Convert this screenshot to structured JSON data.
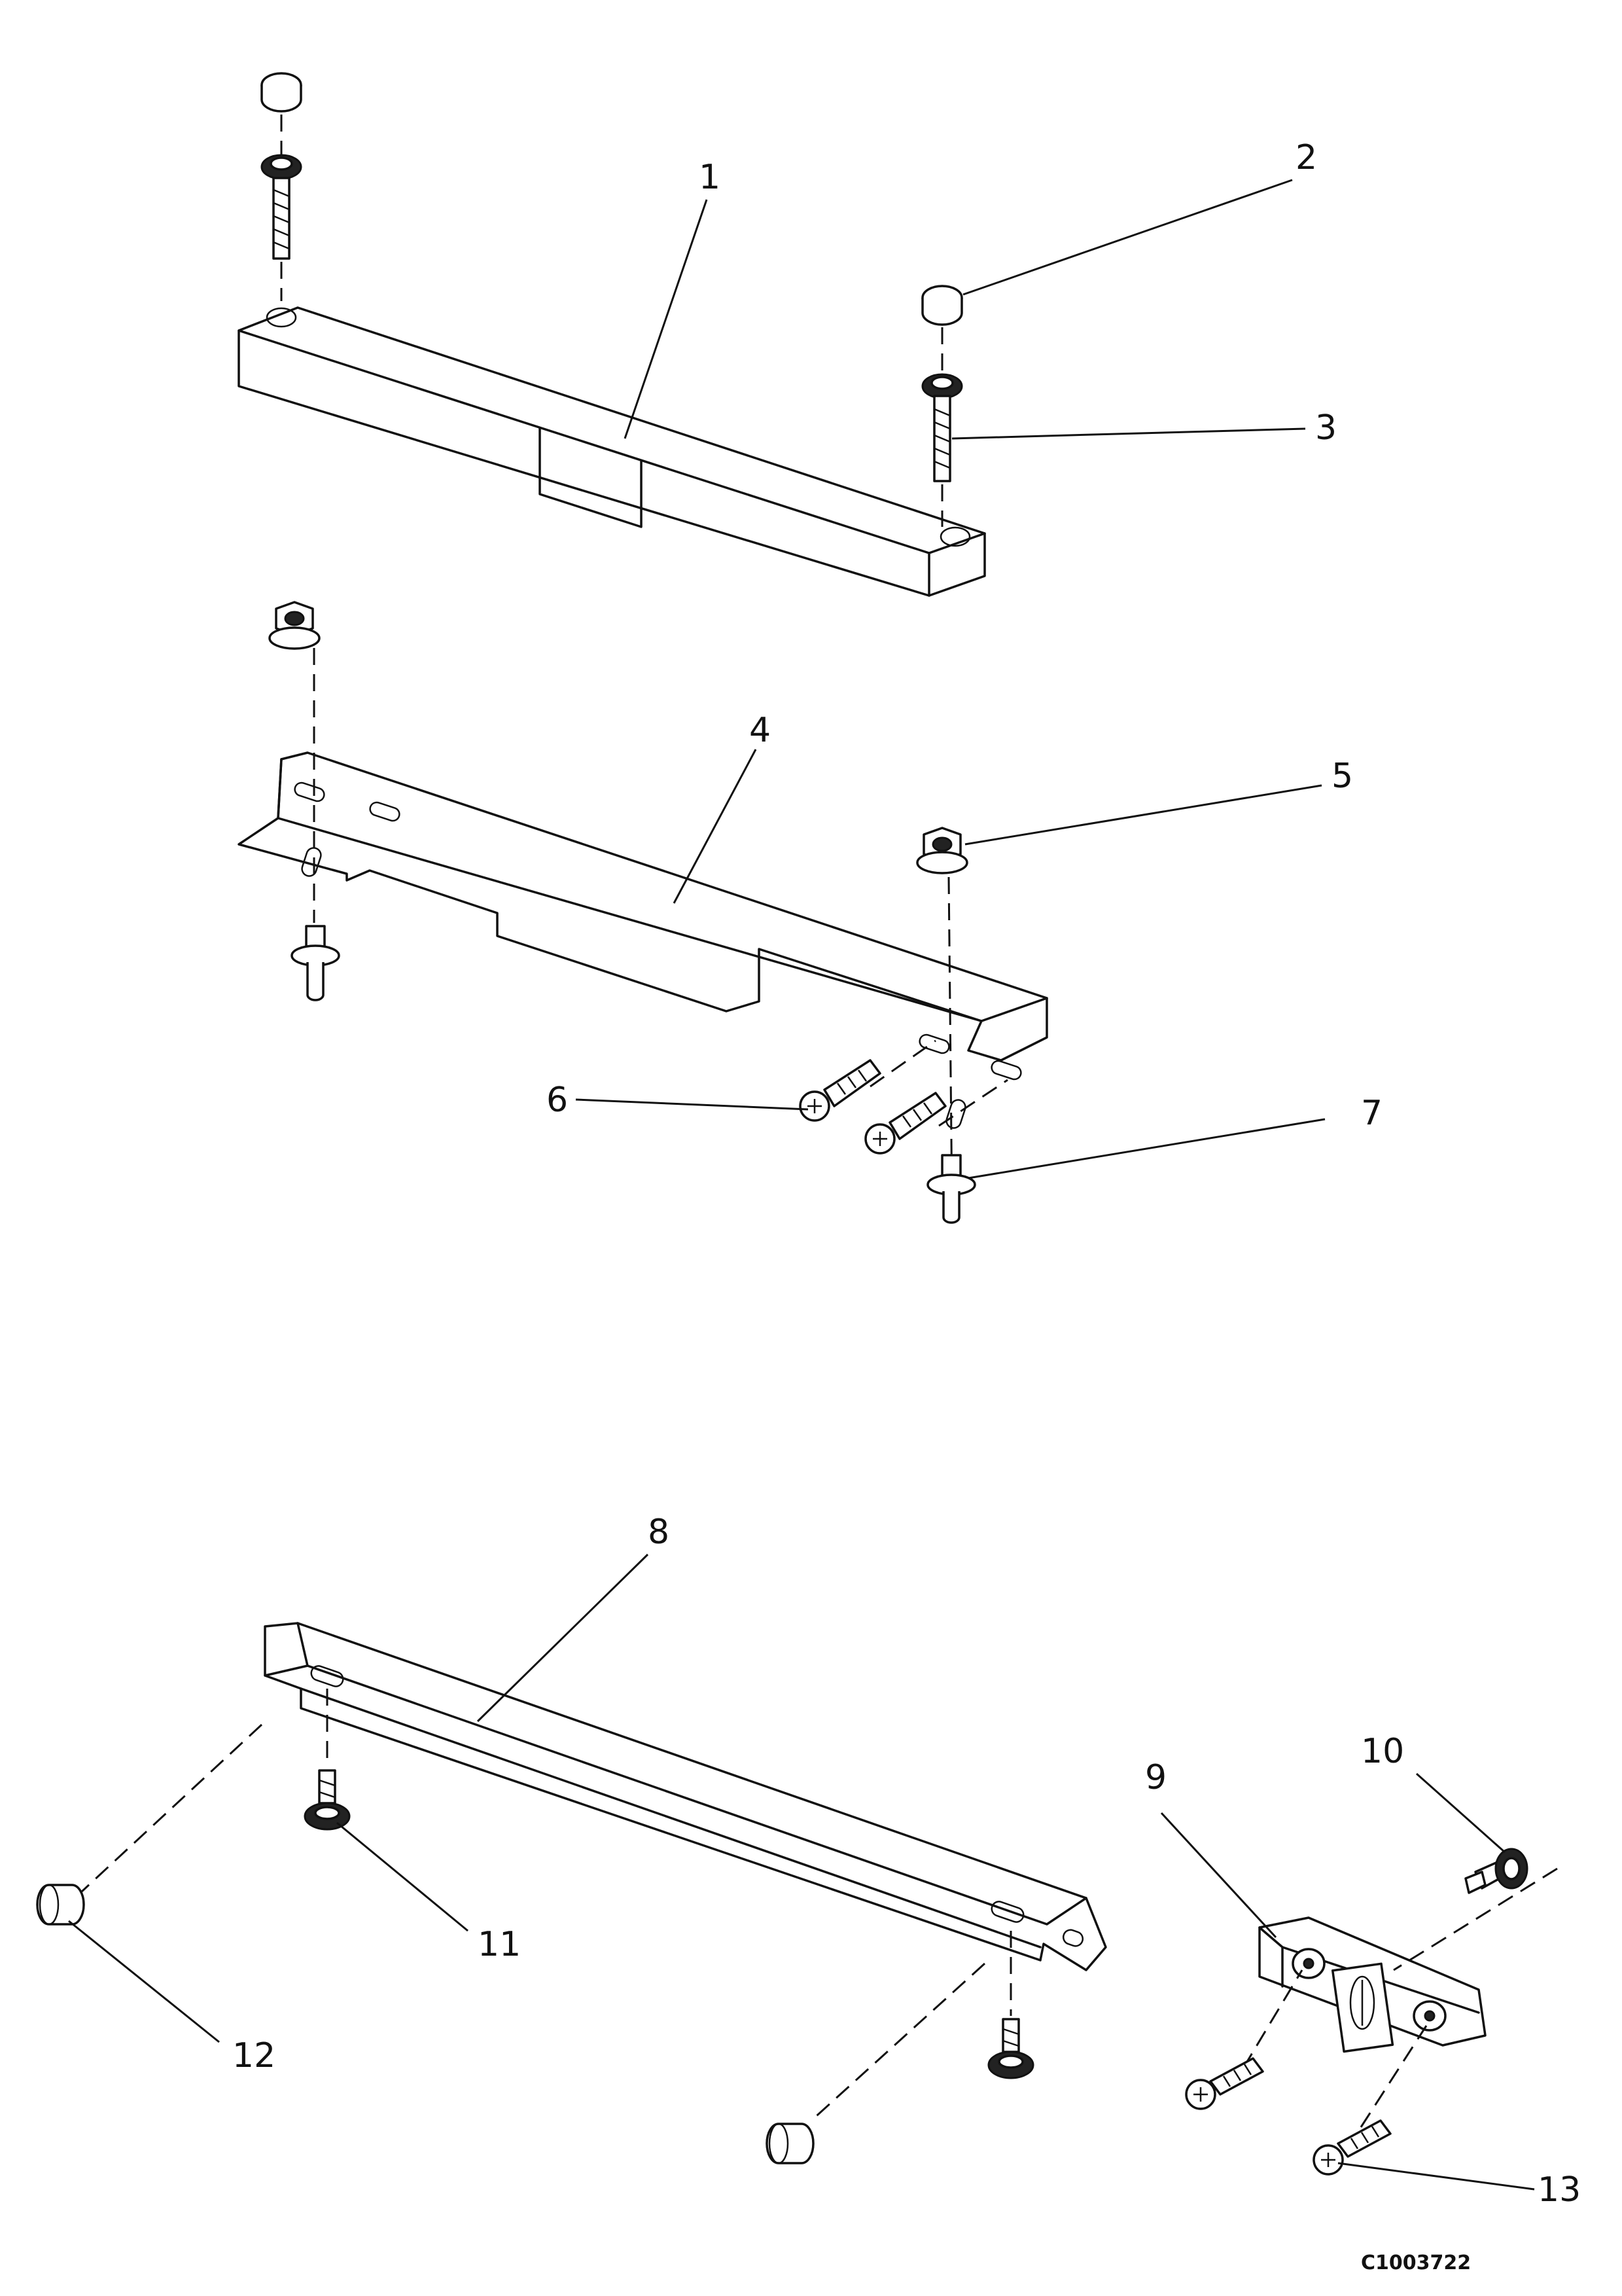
{
  "callouts": [
    "1",
    "2",
    "3",
    "4",
    "5",
    "6",
    "7",
    "8",
    "9",
    "10",
    "11",
    "12",
    "13"
  ],
  "drawing_code": "C1003722",
  "colors": {
    "ink": "#111111",
    "paper": "#ffffff"
  }
}
